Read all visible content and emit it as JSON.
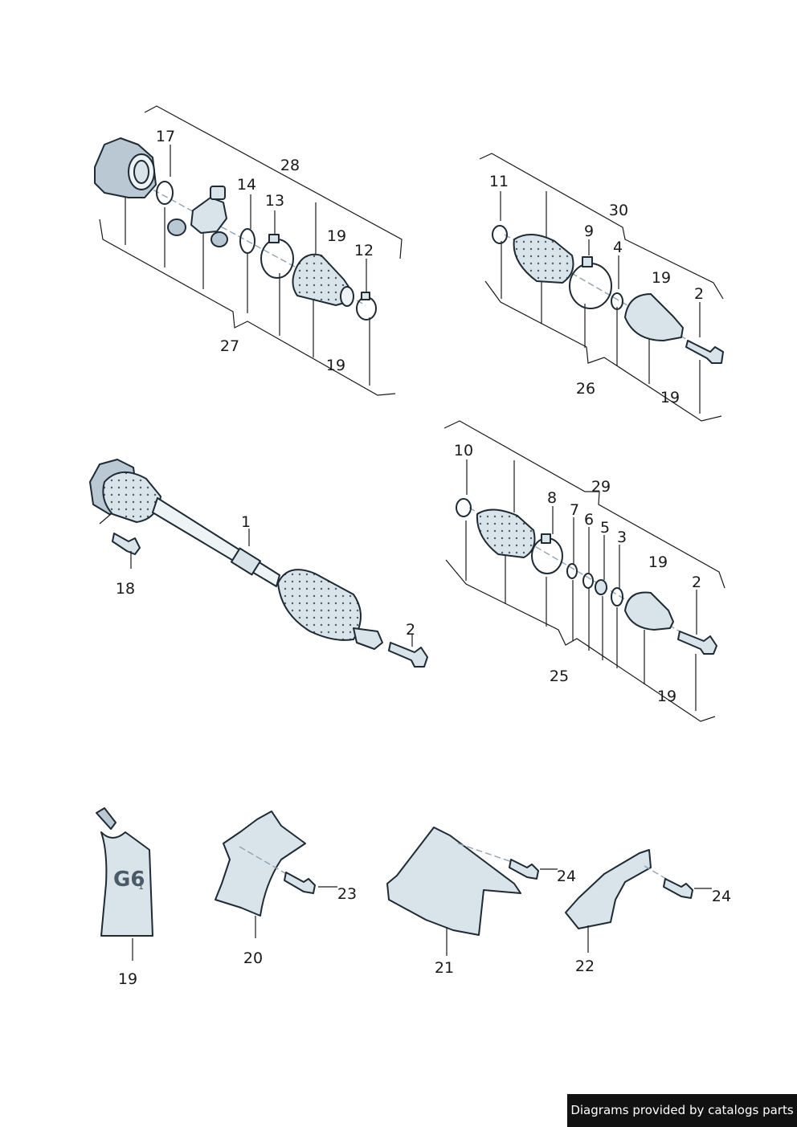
{
  "labels": {
    "p1": "1",
    "p2a": "2",
    "p2b": "2",
    "p2c": "2",
    "p3": "3",
    "p4": "4",
    "p5": "5",
    "p6": "6",
    "p7": "7",
    "p8": "8",
    "p9": "9",
    "p10": "10",
    "p11": "11",
    "p12": "12",
    "p13": "13",
    "p14": "14",
    "p17": "17",
    "p18": "18",
    "p19a": "19",
    "p19b": "19",
    "p19c": "19",
    "p19d": "19",
    "p19e": "19",
    "p19f": "19",
    "p19g": "19",
    "p20": "20",
    "p21": "21",
    "p22": "22",
    "p23": "23",
    "p24a": "24",
    "p24b": "24",
    "p25": "25",
    "p26": "26",
    "p27": "27",
    "p28": "28",
    "p29": "29",
    "p30": "30"
  },
  "tube_marking": "G6",
  "tube_marking_small": "1",
  "footer": {
    "text": "Diagrams provided by catalogs parts"
  },
  "colors": {
    "part_fill": "#d9e3ea",
    "part_shade": "#b9c8d3",
    "outline": "#1e2a34",
    "banner": "#111111"
  }
}
